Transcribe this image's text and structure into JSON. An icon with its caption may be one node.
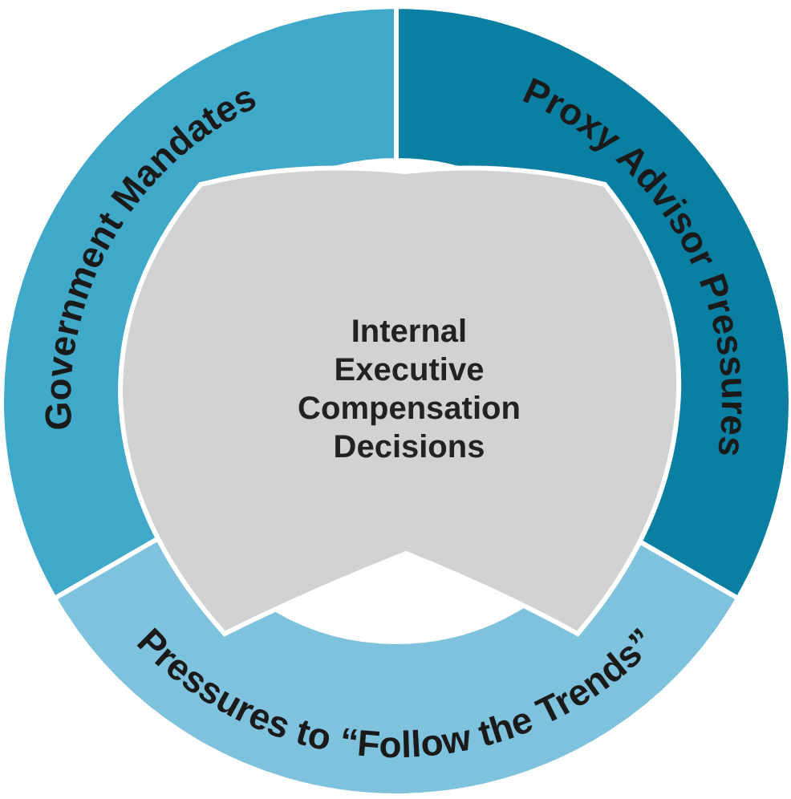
{
  "diagram": {
    "nodes": [
      {
        "text": [
          "Internal Executive Compensation Decisions"
        ]
      },
      {
        "text": [
          "Government Mandates"
        ]
      },
      {
        "text": [
          "Proxy Advisor Pressures"
        ]
      },
      {
        "text": [
          "Pressures to “Follow the Trends”"
        ]
      }
    ]
  }
}
